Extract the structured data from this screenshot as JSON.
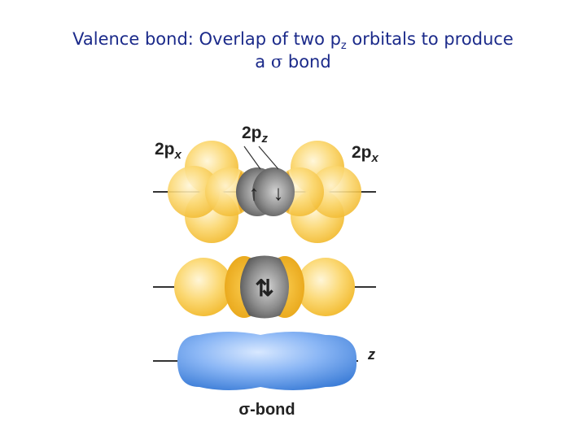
{
  "title": {
    "line1_text": "Valence bond: Overlap of two p",
    "line1_subscript": "z",
    "line1_rest": " orbitals to produce",
    "line2_prefix": "a ",
    "line2_symbol": "σ",
    "line2_suffix": "  bond"
  },
  "diagram": {
    "label_left_main": "2p",
    "label_left_sub": "x",
    "label_center_main": "2p",
    "label_center_sub": "z",
    "label_right_main": "2p",
    "label_right_sub": "x",
    "axis_label": "z",
    "bond_label": "σ-bond",
    "electron_up": "↑",
    "electron_down": "↓",
    "electron_pair": "⇅",
    "colors": {
      "px_orbital": "#f7c33c",
      "pz_lobe": "#6a6a6a",
      "pz_inner": "#f0a010",
      "sigma": "#5b95e6"
    }
  }
}
